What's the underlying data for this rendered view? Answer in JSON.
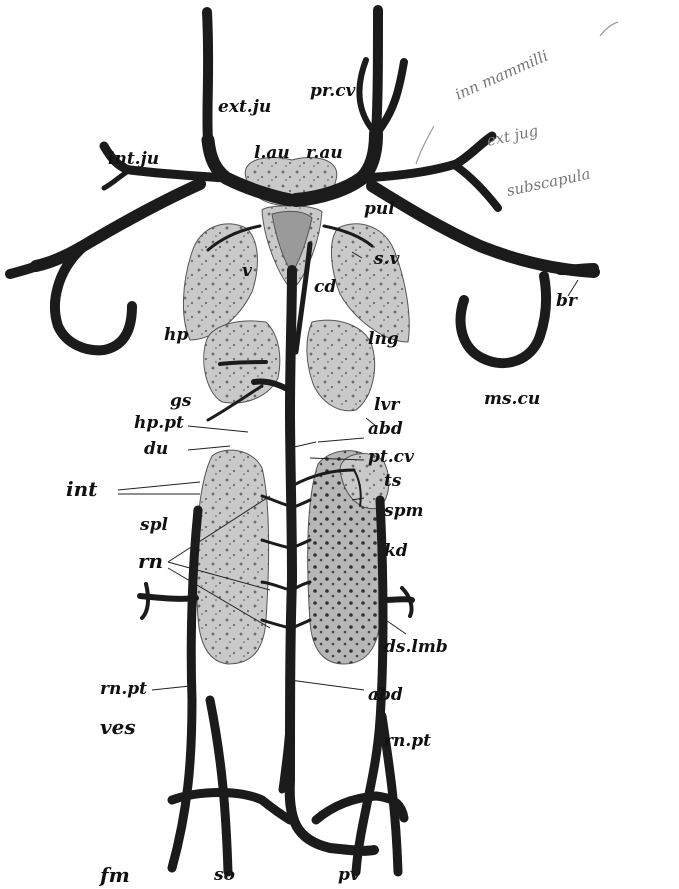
{
  "colors": {
    "vein": "#1b1b1b",
    "organ_fill": "#c9c9c9",
    "organ_dots": "#6a6a6a",
    "handwriting": "#777777",
    "background": "#ffffff"
  },
  "labels": {
    "ext_ju": "ext.ju",
    "pr_cv": "pr.cv",
    "int_ju": "int.ju",
    "l_au": "l.au",
    "r_au": "r.au",
    "pul": "pul",
    "s_v": "s.v",
    "v": "v",
    "cd": "cd",
    "br": "br",
    "hp": "hp",
    "lng": "lng",
    "ms_cu": "ms.cu",
    "gs": "gs",
    "lvr": "lvr",
    "hp_pt": "hp.pt",
    "abd_upper": "abd",
    "du": "du",
    "pt_cv": "pt.cv",
    "int": "int",
    "ts": "ts",
    "spl": "spl",
    "spm": "spm",
    "rn": "rn",
    "kd": "kd",
    "ds_lmb": "ds.lmb",
    "rn_pt_left": "rn.pt",
    "abd_lower": "abd",
    "ves": "ves",
    "rn_pt_right": "rn.pt",
    "fm": "fm",
    "so": "so",
    "pv": "pv"
  },
  "handwriting": {
    "line1": "inn mammilli",
    "line2": "ext jug",
    "line3": "subscapula"
  }
}
